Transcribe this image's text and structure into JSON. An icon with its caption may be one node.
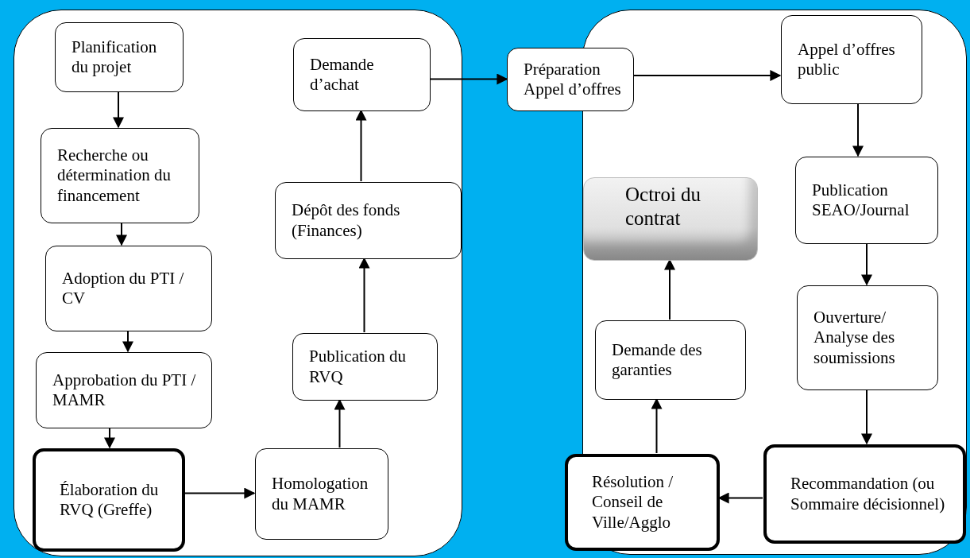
{
  "diagram": {
    "nodes": [
      {
        "text": [],
        "shape": "box"
      },
      {
        "text": [
          "Planification du projet"
        ],
        "in": 0
      },
      {
        "text": [
          "Recherche ou détermination du financement"
        ],
        "in": 0
      },
      {
        "text": [
          "Adoption du PTI / CV"
        ],
        "in": 0
      },
      {
        "text": [
          "Approbation du PTI / MAMR"
        ],
        "in": 0
      },
      {
        "text": [
          "Élaboration du RVQ (Greffe)"
        ],
        "in": 0
      },
      {
        "text": [
          "Homologation du MAMR"
        ],
        "in": 0
      },
      {
        "text": [
          "Publication du RVQ"
        ],
        "in": 0
      },
      {
        "text": [
          "Dépôt des fonds (Finances)"
        ],
        "in": 0
      },
      {
        "text": [
          "Demande d’achat"
        ],
        "in": 0
      },
      {
        "text": [],
        "shape": "box"
      },
      {
        "text": [
          "Préparation Appel d’offres"
        ]
      },
      {
        "text": [
          "Appel d’offres public"
        ],
        "in": 10
      },
      {
        "text": [
          "Publication SEAO/Journal"
        ],
        "in": 10
      },
      {
        "text": [
          "Ouverture/ Analyse des soumissions"
        ],
        "in": 10
      },
      {
        "text": [
          "Recommandation (ou Sommaire décisionnel)"
        ],
        "in": 10
      },
      {
        "text": [
          "Résolution / Conseil de Ville/Agglo"
        ],
        "in": 10
      },
      {
        "text": [
          "Demande des garanties"
        ],
        "in": 10
      },
      {
        "text": [
          "Octroi du contrat"
        ],
        "in": 10
      }
    ],
    "edges": [
      {
        "from": 1,
        "to": 2,
        "arrow": "to"
      },
      {
        "from": 2,
        "to": 3,
        "arrow": "to"
      },
      {
        "from": 3,
        "to": 4,
        "arrow": "to"
      },
      {
        "from": 4,
        "to": 5,
        "arrow": "to"
      },
      {
        "from": 5,
        "to": 6,
        "arrow": "to"
      },
      {
        "from": 6,
        "to": 7,
        "arrow": "to"
      },
      {
        "from": 7,
        "to": 8,
        "arrow": "to"
      },
      {
        "from": 8,
        "to": 9,
        "arrow": "to"
      },
      {
        "from": 9,
        "to": 11,
        "arrow": "to"
      },
      {
        "from": 11,
        "to": 12,
        "arrow": "to"
      },
      {
        "from": 12,
        "to": 13,
        "arrow": "to"
      },
      {
        "from": 13,
        "to": 14,
        "arrow": "to"
      },
      {
        "from": 14,
        "to": 15,
        "arrow": "to"
      },
      {
        "from": 15,
        "to": 16,
        "arrow": "to"
      },
      {
        "from": 16,
        "to": 17,
        "arrow": "to"
      },
      {
        "from": 17,
        "to": 18,
        "arrow": "to"
      }
    ]
  }
}
